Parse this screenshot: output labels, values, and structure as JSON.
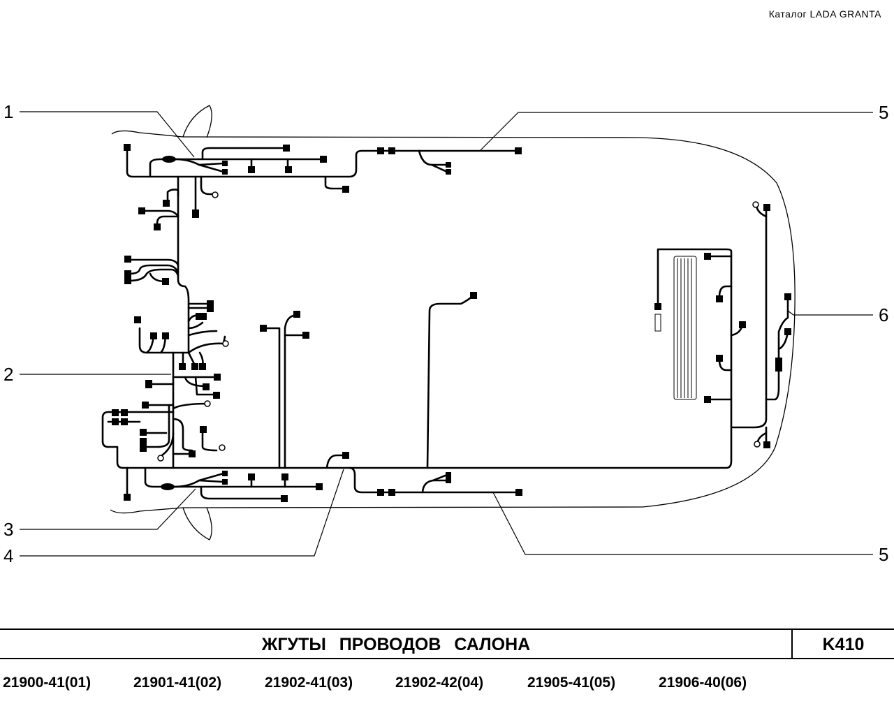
{
  "header": {
    "catalog": "Каталог  LADA  GRANTA"
  },
  "callouts": [
    "1",
    "2",
    "3",
    "4",
    "5",
    "5",
    "6"
  ],
  "title": "ЖГУТЫ   ПРОВОДОВ   САЛОНА",
  "code": "K410",
  "parts": [
    "21900-41(01)",
    "21901-41(02)",
    "21902-41(03)",
    "21902-42(04)",
    "21905-41(05)",
    "21906-40(06)"
  ]
}
